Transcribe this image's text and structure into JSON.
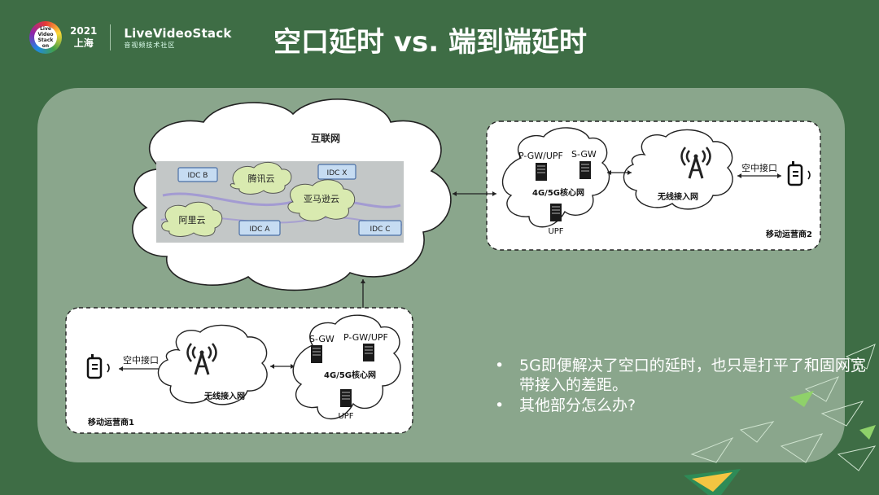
{
  "header": {
    "logo_text": "Live Video Stack on",
    "year": "2021",
    "city": "上海",
    "brand_name": "LiveVideoStack",
    "brand_sub": "音视频技术社区"
  },
  "title": "空口延时 vs. 端到端延时",
  "internet": {
    "label": "互联网",
    "clouds": [
      "腾讯云",
      "亚马逊云",
      "阿里云"
    ],
    "idcs": [
      "IDC B",
      "IDC X",
      "IDC A",
      "IDC C"
    ]
  },
  "operator2": {
    "label": "移动运营商2",
    "core": {
      "pgw": "P-GW/UPF",
      "sgw": "S-GW",
      "name": "4G/5G核心网",
      "upf": "UPF"
    },
    "ran": "无线接入网",
    "air": "空中接口"
  },
  "operator1": {
    "label": "移动运营商1",
    "core": {
      "sgw": "S-GW",
      "pgw": "P-GW/UPF",
      "name": "4G/5G核心网",
      "upf": "UPF"
    },
    "ran": "无线接入网",
    "air": "空中接口"
  },
  "bullets": [
    "5G即便解决了空口的延时，也只是打平了和固网宽带接入的差距。",
    "其他部分怎么办?"
  ],
  "colors": {
    "background": "#3e6d45",
    "panel": "#8aa68c",
    "cloud": "#ffffff",
    "idc_box": "#c6dcf2",
    "small_cloud": "#d9eab0"
  }
}
